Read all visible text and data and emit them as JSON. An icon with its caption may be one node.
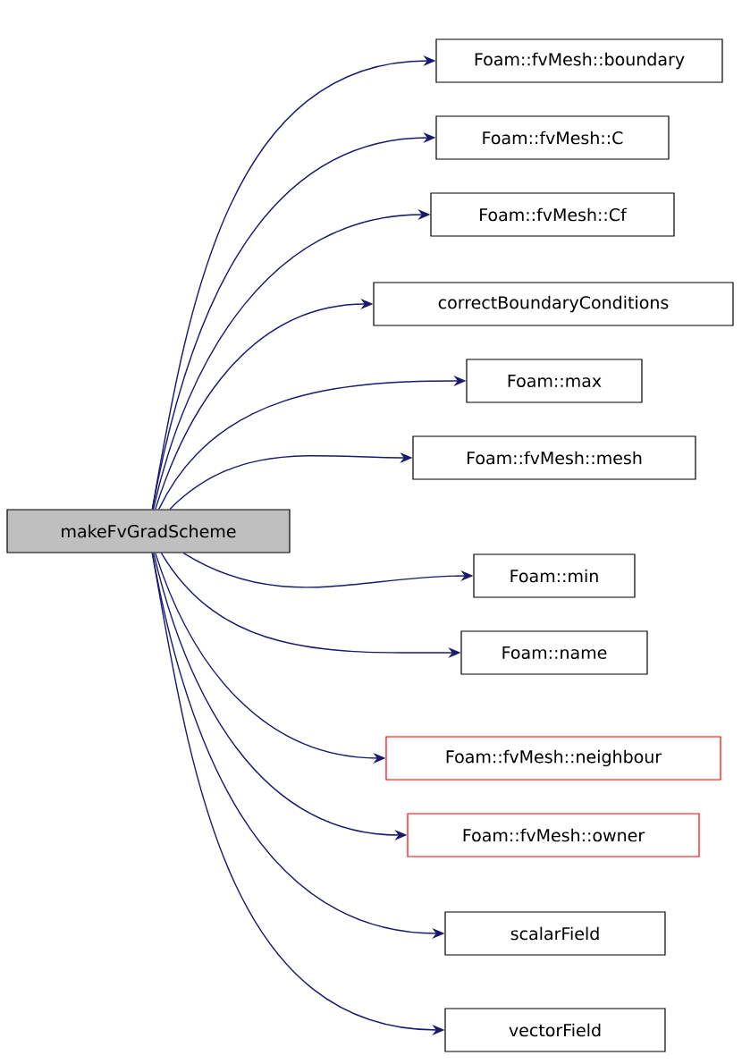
{
  "diagram": {
    "nodes": [
      {
        "text": [
          "makeFvGradScheme"
        ]
      },
      {
        "text": [
          "Foam::fvMesh::boundary"
        ]
      },
      {
        "text": [
          "Foam::fvMesh::C"
        ]
      },
      {
        "text": [
          "Foam::fvMesh::Cf"
        ]
      },
      {
        "text": [
          "correctBoundaryConditions"
        ]
      },
      {
        "text": [
          "Foam::max"
        ]
      },
      {
        "text": [
          "Foam::fvMesh::mesh"
        ]
      },
      {
        "text": [
          "Foam::min"
        ]
      },
      {
        "text": [
          "Foam::name"
        ]
      },
      {
        "text": [
          "Foam::fvMesh::neighbour"
        ]
      },
      {
        "text": [
          "Foam::fvMesh::owner"
        ]
      },
      {
        "text": [
          "scalarField"
        ]
      },
      {
        "text": [
          "vectorField"
        ]
      }
    ],
    "edges": [
      {
        "from": 0,
        "to": 1,
        "arrow": "to",
        "color": "#191970"
      },
      {
        "from": 0,
        "to": 2,
        "arrow": "to",
        "color": "#191970"
      },
      {
        "from": 0,
        "to": 3,
        "arrow": "to",
        "color": "#191970"
      },
      {
        "from": 0,
        "to": 4,
        "arrow": "to",
        "color": "#191970"
      },
      {
        "from": 0,
        "to": 5,
        "arrow": "to",
        "color": "#191970"
      },
      {
        "from": 0,
        "to": 6,
        "arrow": "to",
        "color": "#191970"
      },
      {
        "from": 0,
        "to": 7,
        "arrow": "to",
        "color": "#191970"
      },
      {
        "from": 0,
        "to": 8,
        "arrow": "to",
        "color": "#191970"
      },
      {
        "from": 0,
        "to": 9,
        "arrow": "to",
        "color": "#191970"
      },
      {
        "from": 0,
        "to": 10,
        "arrow": "to",
        "color": "#191970"
      },
      {
        "from": 0,
        "to": 11,
        "arrow": "to",
        "color": "#191970"
      },
      {
        "from": 0,
        "to": 12,
        "arrow": "to",
        "color": "#191970"
      }
    ]
  }
}
